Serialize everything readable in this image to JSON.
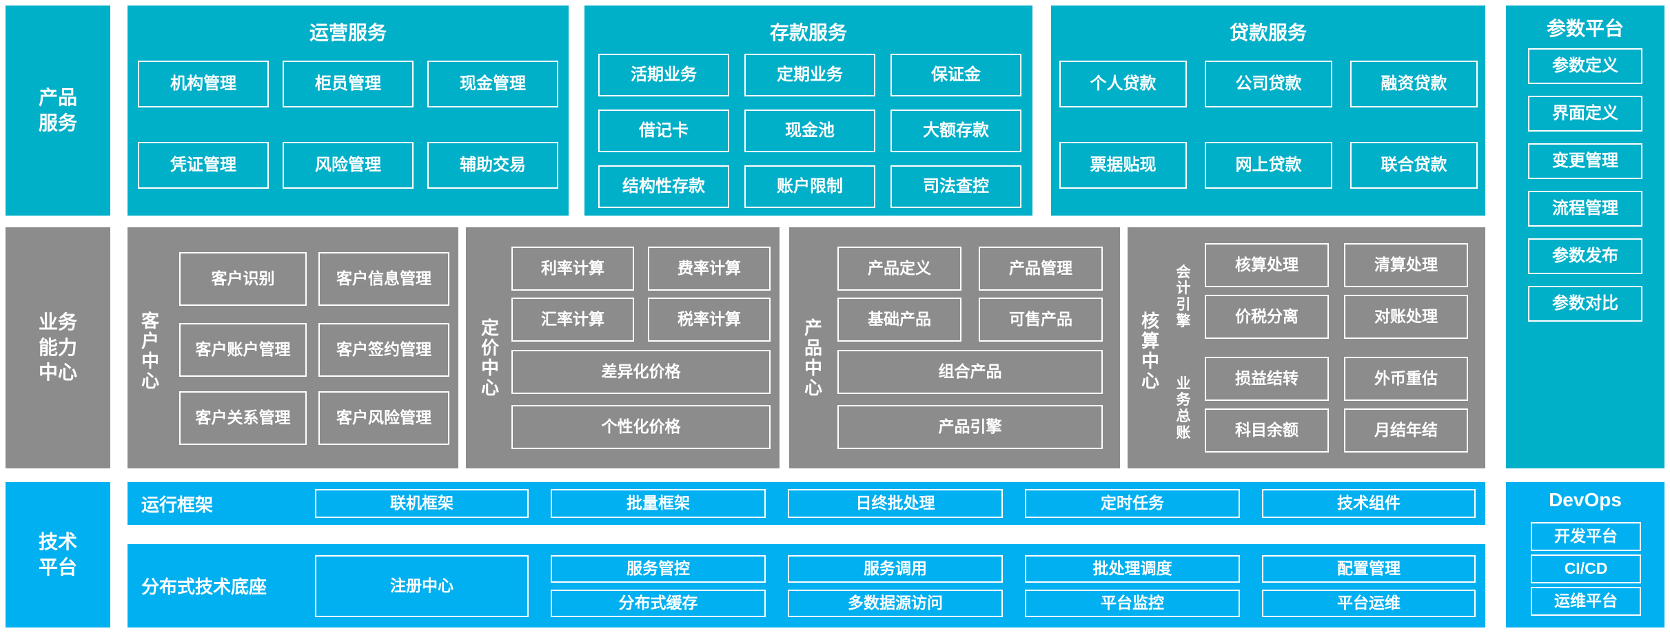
{
  "layers": {
    "product_services": {
      "label": "产品\n服务"
    },
    "business_capability": {
      "label": "业务\n能力\n中心"
    },
    "technical_platform": {
      "label": "技术\n平台"
    }
  },
  "product_services": {
    "groups": [
      {
        "title": "运营服务",
        "items": [
          "机构管理",
          "柜员管理",
          "现金管理",
          "凭证管理",
          "风险管理",
          "辅助交易"
        ]
      },
      {
        "title": "存款服务",
        "items": [
          "活期业务",
          "定期业务",
          "保证金",
          "借记卡",
          "现金池",
          "大额存款",
          "结构性存款",
          "账户限制",
          "司法查控"
        ]
      },
      {
        "title": "贷款服务",
        "items": [
          "个人贷款",
          "公司贷款",
          "融资贷款",
          "票据贴现",
          "网上贷款",
          "联合贷款"
        ]
      }
    ]
  },
  "parameter_platform": {
    "title": "参数平台",
    "items": [
      "参数定义",
      "界面定义",
      "变更管理",
      "流程管理",
      "参数发布",
      "参数对比"
    ]
  },
  "business_capability": {
    "centers": [
      {
        "name": "客户中心",
        "name_chars": [
          "客",
          "户",
          "中",
          "心"
        ],
        "items": [
          "客户识别",
          "客户信息管理",
          "客户账户管理",
          "客户签约管理",
          "客户关系管理",
          "客户风险管理"
        ]
      },
      {
        "name": "定价中心",
        "name_chars": [
          "定",
          "价",
          "中",
          "心"
        ],
        "items": [
          "利率计算",
          "费率计算",
          "汇率计算",
          "税率计算",
          "差异化价格",
          "个性化价格"
        ]
      },
      {
        "name": "产品中心",
        "name_chars": [
          "产",
          "品",
          "中",
          "心"
        ],
        "items": [
          "产品定义",
          "产品管理",
          "基础产品",
          "可售产品",
          "组合产品",
          "产品引擎"
        ]
      },
      {
        "name": "核算中心",
        "name_chars": [
          "核",
          "算",
          "中",
          "心"
        ],
        "subgroups": [
          {
            "name_chars": [
              "会",
              "计",
              "引",
              "擎"
            ],
            "items": [
              "核算处理",
              "清算处理",
              "价税分离",
              "对账处理"
            ]
          },
          {
            "name_chars": [
              "业",
              "务",
              "总",
              "账"
            ],
            "items": [
              "损益结转",
              "外币重估",
              "科目余额",
              "月结年结"
            ]
          }
        ]
      }
    ]
  },
  "technical_platform": {
    "bands": [
      {
        "label": "运行框架",
        "items": [
          "联机框架",
          "批量框架",
          "日终批处理",
          "定时任务",
          "技术组件"
        ]
      },
      {
        "label": "分布式技术底座",
        "wide_item": "注册中心",
        "items_row1": [
          "服务管控",
          "服务调用",
          "批处理调度",
          "配置管理"
        ],
        "items_row2": [
          "分布式缓存",
          "多数据源访问",
          "平台监控",
          "平台运维"
        ]
      }
    ]
  },
  "devops": {
    "title": "DevOps",
    "items": [
      "开发平台",
      "CI/CD",
      "运维平台"
    ]
  },
  "colors": {
    "teal": "#00AFC8",
    "gray": "#8C8C8C",
    "blue": "#00B0F0",
    "outline": "#FFFFFF",
    "background": "#FFFFFF"
  }
}
